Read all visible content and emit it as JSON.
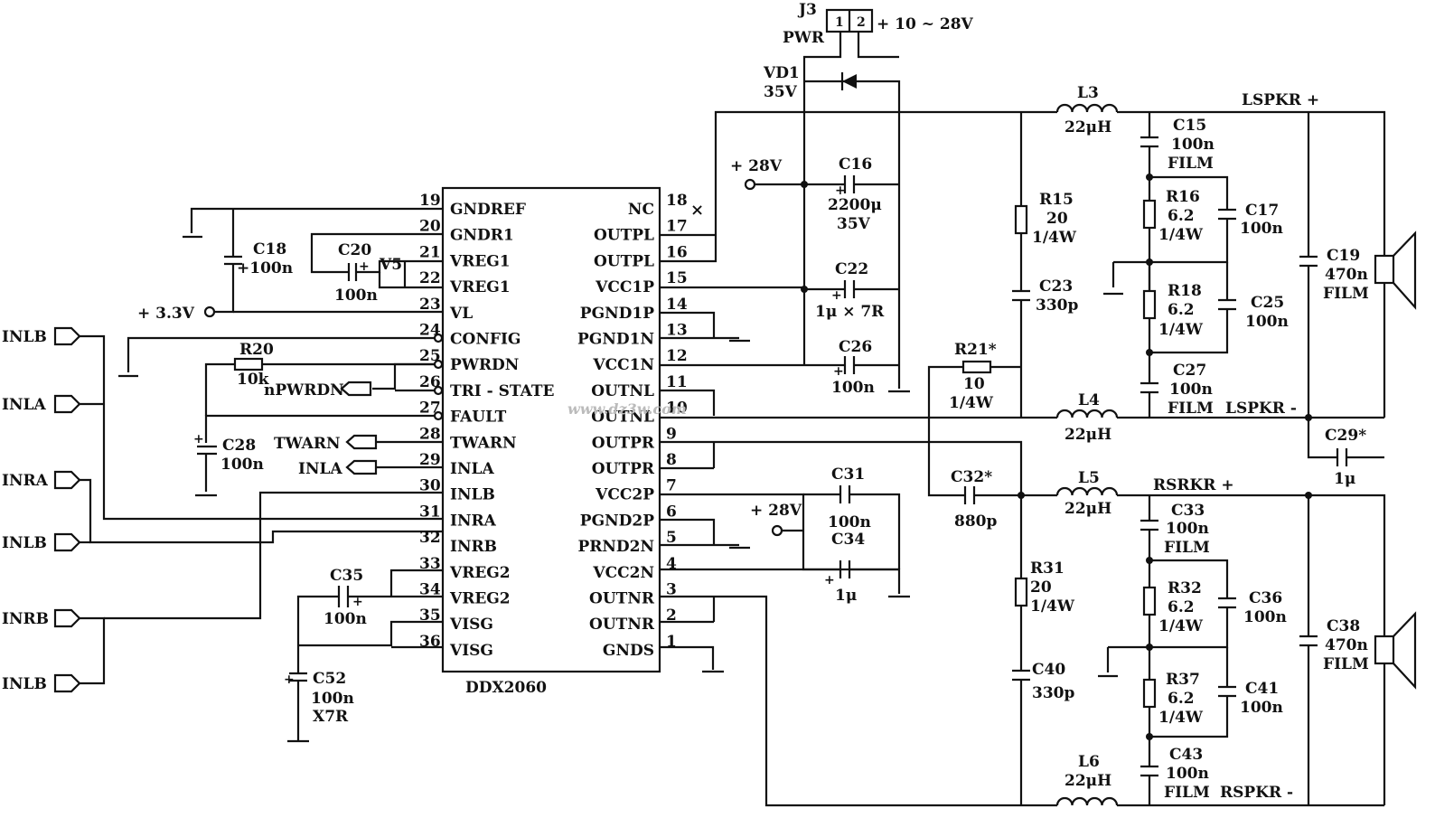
{
  "ic": {
    "name": "DDX2060",
    "left_pins": [
      {
        "num": "19",
        "name": "GNDREF"
      },
      {
        "num": "20",
        "name": "GNDR1"
      },
      {
        "num": "21",
        "name": "VREG1"
      },
      {
        "num": "22",
        "name": "VREG1"
      },
      {
        "num": "23",
        "name": "VL"
      },
      {
        "num": "24",
        "name": "CONFIG"
      },
      {
        "num": "25",
        "name": "PWRDN"
      },
      {
        "num": "26",
        "name": "TRI - STATE"
      },
      {
        "num": "27",
        "name": "FAULT"
      },
      {
        "num": "28",
        "name": "TWARN"
      },
      {
        "num": "29",
        "name": "INLA"
      },
      {
        "num": "30",
        "name": "INLB"
      },
      {
        "num": "31",
        "name": "INRA"
      },
      {
        "num": "32",
        "name": "INRB"
      },
      {
        "num": "33",
        "name": "VREG2"
      },
      {
        "num": "34",
        "name": "VREG2"
      },
      {
        "num": "35",
        "name": "VISG"
      },
      {
        "num": "36",
        "name": "VISG"
      }
    ],
    "right_pins": [
      {
        "num": "18",
        "name": "NC"
      },
      {
        "num": "17",
        "name": "OUTPL"
      },
      {
        "num": "16",
        "name": "OUTPL"
      },
      {
        "num": "15",
        "name": "VCC1P"
      },
      {
        "num": "14",
        "name": "PGND1P"
      },
      {
        "num": "13",
        "name": "PGND1N"
      },
      {
        "num": "12",
        "name": "VCC1N"
      },
      {
        "num": "11",
        "name": "OUTNL"
      },
      {
        "num": "10",
        "name": "OUTNL"
      },
      {
        "num": "9",
        "name": "OUTPR"
      },
      {
        "num": "8",
        "name": "OUTPR"
      },
      {
        "num": "7",
        "name": "VCC2P"
      },
      {
        "num": "6",
        "name": "PGND2P"
      },
      {
        "num": "5",
        "name": "PRND2N"
      },
      {
        "num": "4",
        "name": "VCC2N"
      },
      {
        "num": "3",
        "name": "OUTNR"
      },
      {
        "num": "2",
        "name": "OUTNR"
      },
      {
        "num": "1",
        "name": "GNDS"
      }
    ]
  },
  "inputs": [
    "INLB",
    "INLA",
    "INRA",
    "INLB",
    "INRB",
    "INLB"
  ],
  "ports": {
    "nPWRDN": "nPWRDN",
    "TWARN": "TWARN",
    "INLA": "INLA"
  },
  "power": {
    "j3_ref": "J3",
    "j3_name": "PWR",
    "j3_pin1": "1",
    "j3_pin2": "2",
    "j3_supply": "+ 10 ~ 28V",
    "vd1_ref": "VD1",
    "vd1_val": "35V",
    "v28_a": "+ 28V",
    "v28_b": "+ 28V",
    "v33": "+ 3.3V"
  },
  "components": {
    "C18": {
      "ref": "C18",
      "v1": "+100n"
    },
    "C20": {
      "ref": "C20",
      "v1": "100n"
    },
    "V5": {
      "ref": "V5"
    },
    "R20": {
      "ref": "R20",
      "v1": "10k"
    },
    "C28": {
      "ref": "C28",
      "v1": "100n"
    },
    "C35": {
      "ref": "C35",
      "v1": "100n"
    },
    "C52": {
      "ref": "C52",
      "v1": "100n",
      "v2": "X7R"
    },
    "C16": {
      "ref": "C16",
      "v1": "2200μ",
      "v2": "35V"
    },
    "C22": {
      "ref": "C22",
      "v1": "1μ × 7R"
    },
    "C26": {
      "ref": "C26",
      "v1": "100n"
    },
    "C31": {
      "ref": "C31",
      "v1": "100n"
    },
    "C34": {
      "ref": "C34",
      "v1": "1μ"
    },
    "L3": {
      "ref": "L3",
      "v1": "22μH"
    },
    "L4": {
      "ref": "L4",
      "v1": "22μH"
    },
    "L5": {
      "ref": "L5",
      "v1": "22μH"
    },
    "L6": {
      "ref": "L6",
      "v1": "22μH"
    },
    "R15": {
      "ref": "R15",
      "v1": "20",
      "v2": "1/4W"
    },
    "C23": {
      "ref": "C23",
      "v1": "330p"
    },
    "R21": {
      "ref": "R21*",
      "v1": "10",
      "v2": "1/4W"
    },
    "C32": {
      "ref": "C32*",
      "v1": "880p"
    },
    "R31": {
      "ref": "R31",
      "v1": "20",
      "v2": "1/4W"
    },
    "C40": {
      "ref": "C40",
      "v1": "330p"
    },
    "C15": {
      "ref": "C15",
      "v1": "100n",
      "v2": "FILM"
    },
    "R16": {
      "ref": "R16",
      "v1": "6.2",
      "v2": "1/4W"
    },
    "C17": {
      "ref": "C17",
      "v1": "100n"
    },
    "R18": {
      "ref": "R18",
      "v1": "6.2",
      "v2": "1/4W"
    },
    "C25": {
      "ref": "C25",
      "v1": "100n"
    },
    "C27": {
      "ref": "C27",
      "v1": "100n",
      "v2": "FILM"
    },
    "C33": {
      "ref": "C33",
      "v1": "100n",
      "v2": "FILM"
    },
    "R32": {
      "ref": "R32",
      "v1": "6.2",
      "v2": "1/4W"
    },
    "C36": {
      "ref": "C36",
      "v1": "100n"
    },
    "R37": {
      "ref": "R37",
      "v1": "6.2",
      "v2": "1/4W"
    },
    "C41": {
      "ref": "C41",
      "v1": "100n"
    },
    "C43": {
      "ref": "C43",
      "v1": "100n",
      "v2": "FILM"
    },
    "C19": {
      "ref": "C19",
      "v1": "470n",
      "v2": "FILM"
    },
    "C38": {
      "ref": "C38",
      "v1": "470n",
      "v2": "FILM"
    },
    "C29": {
      "ref": "C29*",
      "v1": "1μ"
    }
  },
  "nets": {
    "lspkr_p": "LSPKR +",
    "lspkr_n": "LSPKR -",
    "rspkr_p": "RSRKR +",
    "rspkr_n": "RSPKR -"
  },
  "watermark": "www.dz3w.com"
}
